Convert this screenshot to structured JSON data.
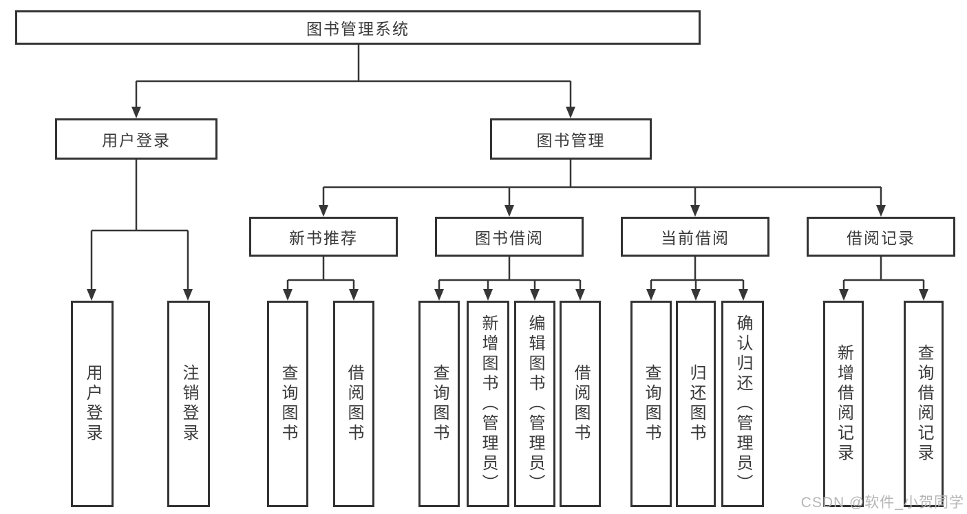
{
  "tree": {
    "label": "图书管理系统",
    "children": [
      {
        "label": "用户登录",
        "children": [
          {
            "label": "用户登录"
          },
          {
            "label": "注销登录"
          }
        ]
      },
      {
        "label": "图书管理",
        "children": [
          {
            "label": "新书推荐",
            "children": [
              {
                "label": "查询图书"
              },
              {
                "label": "借阅图书"
              }
            ]
          },
          {
            "label": "图书借阅",
            "children": [
              {
                "label": "查询图书"
              },
              {
                "label": "新增图书（管理员）"
              },
              {
                "label": "编辑图书（管理员）"
              },
              {
                "label": "借阅图书"
              }
            ]
          },
          {
            "label": "当前借阅",
            "children": [
              {
                "label": "查询图书"
              },
              {
                "label": "归还图书"
              },
              {
                "label": "确认归还（管理员）"
              }
            ]
          },
          {
            "label": "借阅记录",
            "children": [
              {
                "label": "新增借阅记录"
              },
              {
                "label": "查询借阅记录"
              }
            ]
          }
        ]
      }
    ]
  },
  "watermark": "CSDN @软件_小贺同学",
  "colors": {
    "line": "#363636",
    "box_border": "#333333",
    "text": "#3a3a3a",
    "background": "#ffffff",
    "watermark": "#b5b5b5"
  }
}
